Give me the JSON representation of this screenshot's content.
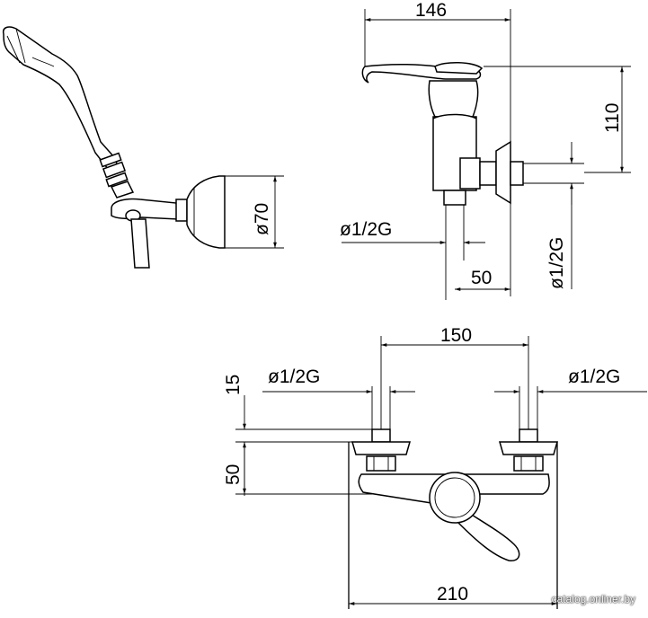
{
  "dimensions": {
    "top_width": "146",
    "height": "110",
    "diameter_70": "ø70",
    "side_thread": "ø1/2G",
    "side_offset": "50",
    "vertical_thread": "ø1/2G",
    "spacing": "150",
    "left_thread": "ø1/2G",
    "right_thread": "ø1/2G",
    "thread_length": "15",
    "front_depth": "50",
    "total_width": "210"
  },
  "watermark": "catalog.onliner.by"
}
